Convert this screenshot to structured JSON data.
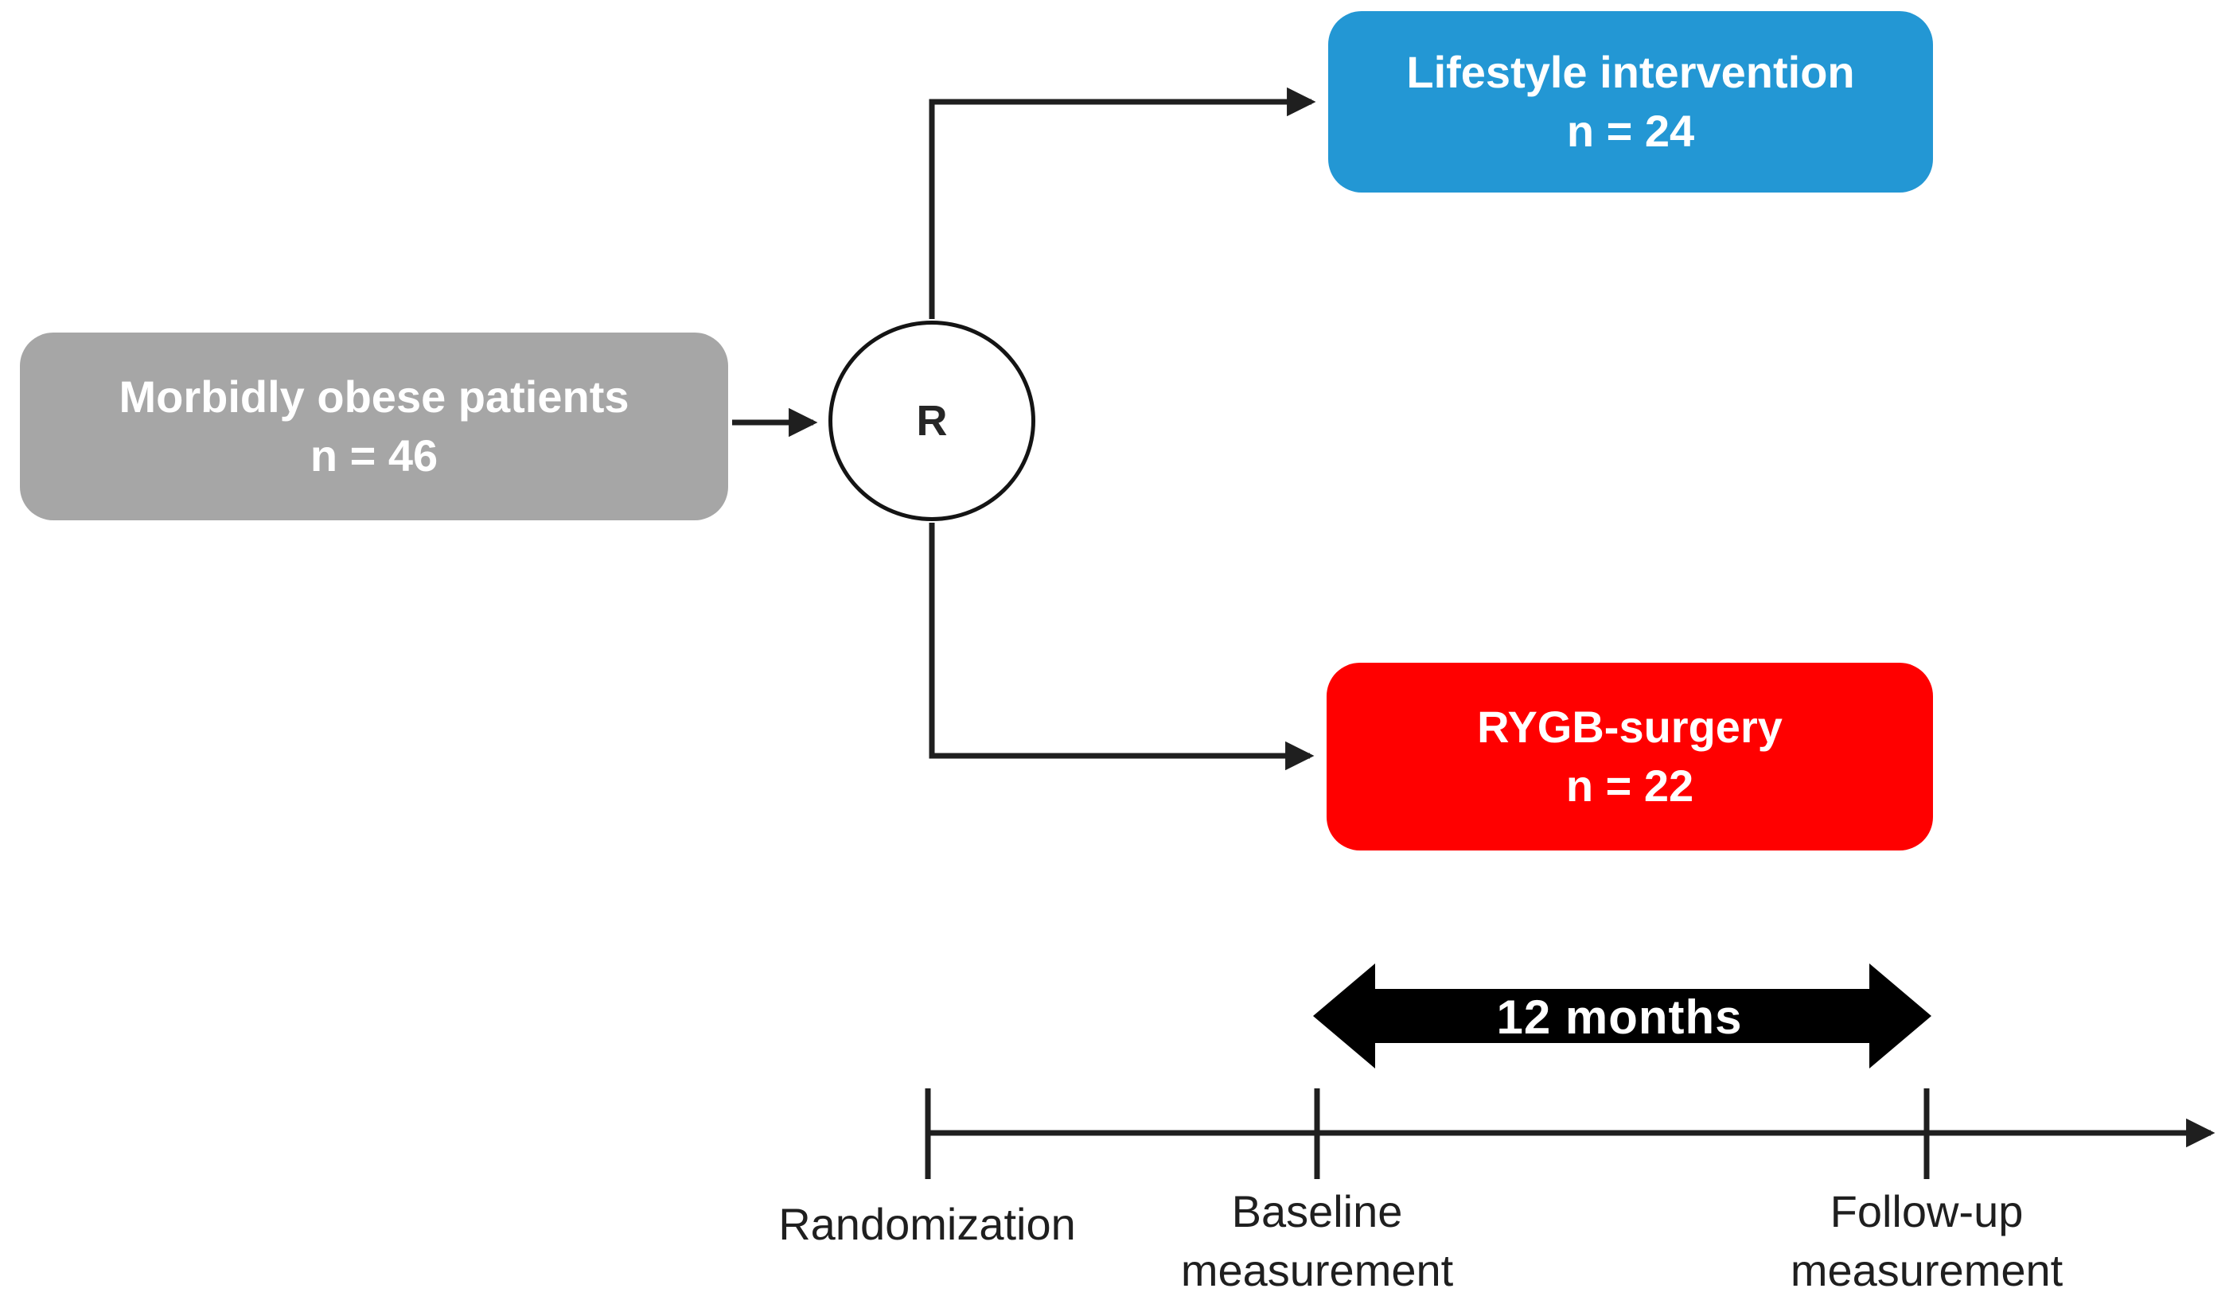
{
  "figure": {
    "population_box": {
      "title": "Morbidly obese patients",
      "count": "n = 46",
      "color": "#a6a6a6"
    },
    "randomization_node": {
      "label": "R"
    },
    "lifestyle_box": {
      "title": "Lifestyle intervention",
      "count": "n = 24",
      "color": "#2397d4"
    },
    "surgery_box": {
      "title": "RYGB-surgery",
      "count": "n = 22",
      "color": "#ff0000"
    },
    "duration_arrow": {
      "label": "12 months",
      "color": "#000000"
    },
    "timeline": {
      "randomization_label": "Randomization",
      "baseline_label_line1": "Baseline",
      "baseline_label_line2": "measurement",
      "followup_label_line1": "Follow-up",
      "followup_label_line2": "measurement"
    }
  }
}
